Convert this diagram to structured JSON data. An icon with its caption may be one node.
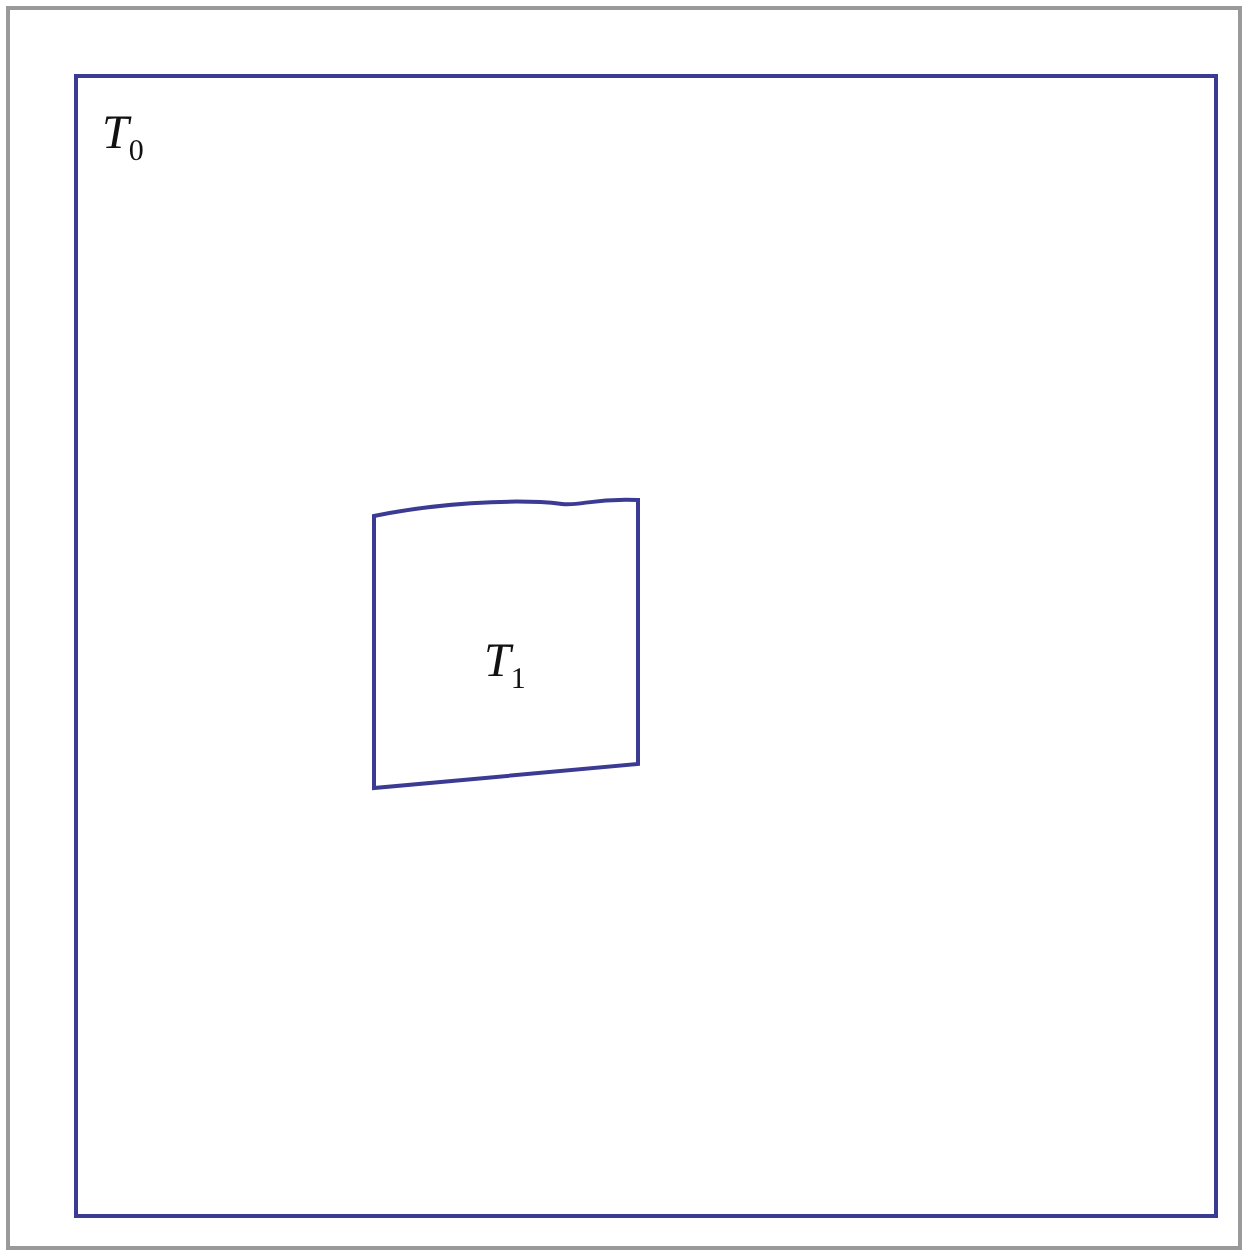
{
  "diagram": {
    "nodes": [
      {
        "text": [
          "*T*$_{0}$"
        ]
      },
      {
        "text": [
          "*T*$_{1}$"
        ],
        "in": 0
      }
    ]
  }
}
